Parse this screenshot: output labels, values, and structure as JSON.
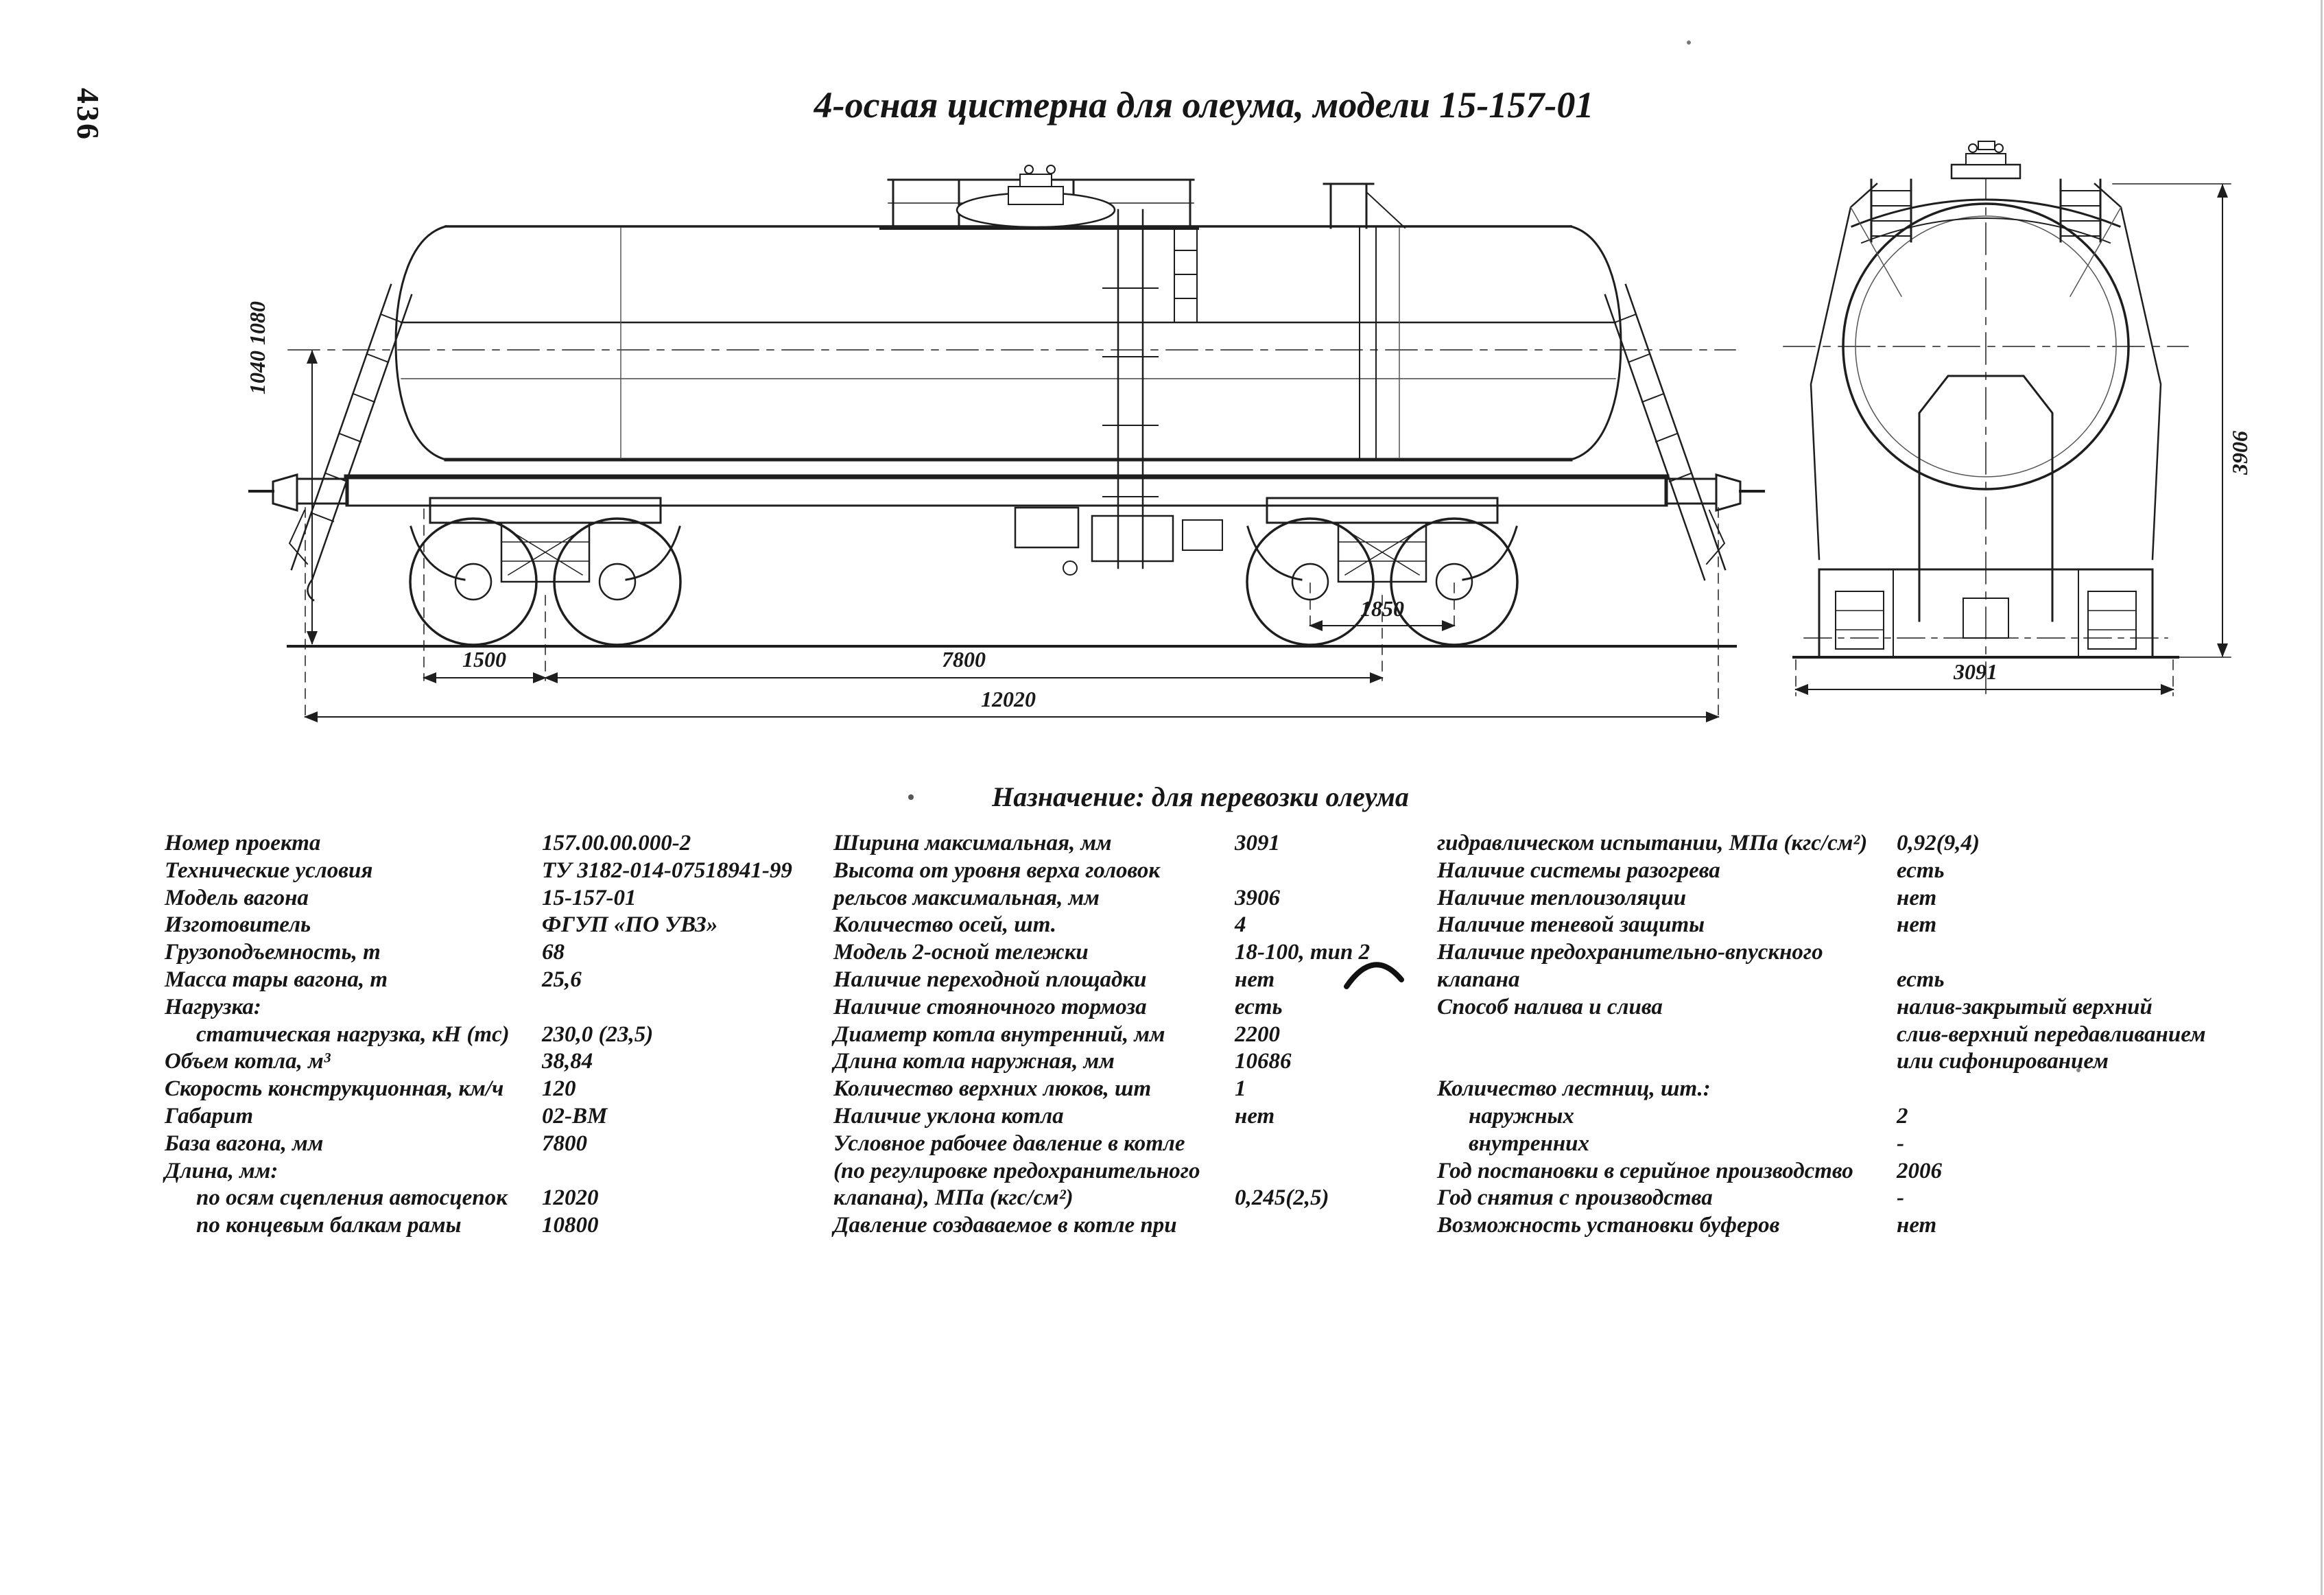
{
  "page": {
    "number": "436"
  },
  "header": {
    "title": "4-осная цистерна для олеума, модели 15-157-01"
  },
  "purpose": "Назначение: для перевозки олеума",
  "drawing": {
    "side_view": {
      "height_labels": "1040  1080",
      "dim_bogie_right": "1850",
      "dim_left_overhang": "1500",
      "dim_base": "7800",
      "dim_length_over_couplers": "12020"
    },
    "end_view": {
      "dim_height": "3906",
      "dim_width": "3091"
    }
  },
  "specs": {
    "col1": [
      {
        "label": "Номер проекта",
        "value": "157.00.00.000-2"
      },
      {
        "label": "Технические условия",
        "value": "ТУ 3182-014-07518941-99"
      },
      {
        "label": "Модель вагона",
        "value": "15-157-01"
      },
      {
        "label": "Изготовитель",
        "value": "ФГУП «ПО УВЗ»"
      },
      {
        "label": "Грузоподъемность, т",
        "value": "68"
      },
      {
        "label": "Масса тары вагона, т",
        "value": "25,6"
      },
      {
        "label": "Нагрузка:",
        "value": ""
      },
      {
        "label": "статическая нагрузка, кН (тс)",
        "value": "230,0 (23,5)",
        "indent": true
      },
      {
        "label": "Объем котла, м³",
        "value": "38,84"
      },
      {
        "label": "Скорость конструкционная, км/ч",
        "value": "120"
      },
      {
        "label": "Габарит",
        "value": "02-ВМ"
      },
      {
        "label": "База вагона, мм",
        "value": "7800"
      },
      {
        "label": "Длина, мм:",
        "value": ""
      },
      {
        "label": "по осям сцепления автосцепок",
        "value": "12020",
        "indent": true
      },
      {
        "label": "по концевым балкам рамы",
        "value": "10800",
        "indent": true
      }
    ],
    "col2": [
      {
        "label": "Ширина максимальная, мм",
        "value": "3091"
      },
      {
        "label": "Высота от уровня верха головок",
        "value": ""
      },
      {
        "label": "рельсов максимальная, мм",
        "value": "3906"
      },
      {
        "label": "Количество осей, шт.",
        "value": "4"
      },
      {
        "label": "Модель 2-осной тележки",
        "value": "18-100, тип 2"
      },
      {
        "label": "Наличие переходной площадки",
        "value": "нет"
      },
      {
        "label": "Наличие стояночного тормоза",
        "value": "есть"
      },
      {
        "label": "Диаметр котла внутренний, мм",
        "value": "2200"
      },
      {
        "label": "Длина котла наружная, мм",
        "value": "10686"
      },
      {
        "label": "Количество верхних люков, шт",
        "value": "1"
      },
      {
        "label": "Наличие уклона котла",
        "value": "нет"
      },
      {
        "label": "Условное рабочее давление в котле",
        "value": ""
      },
      {
        "label": "(по регулировке предохранительного",
        "value": ""
      },
      {
        "label": "клапана), МПа (кгс/см²)",
        "value": "0,245(2,5)"
      },
      {
        "label": "Давление создаваемое в котле при",
        "value": ""
      }
    ],
    "col3": [
      {
        "label": "гидравлическом испытании, МПа (кгс/см²)",
        "value": "0,92(9,4)"
      },
      {
        "label": "Наличие системы разогрева",
        "value": "есть"
      },
      {
        "label": "Наличие теплоизоляции",
        "value": "нет"
      },
      {
        "label": "Наличие теневой защиты",
        "value": "нет"
      },
      {
        "label": "Наличие предохранительно-впускного",
        "value": ""
      },
      {
        "label": "клапана",
        "value": "есть"
      },
      {
        "label": "Способ налива и слива",
        "value": "налив-закрытый верхний"
      },
      {
        "label": "",
        "value": "слив-верхний передавливанием"
      },
      {
        "label": "",
        "value": "или сифонированием"
      },
      {
        "label": "Количество лестниц, шт.:",
        "value": ""
      },
      {
        "label": "наружных",
        "value": "2",
        "indent": true
      },
      {
        "label": "внутренних",
        "value": "-",
        "indent": true
      },
      {
        "label": "Год постановки в серийное производство",
        "value": "2006"
      },
      {
        "label": "Год снятия с производства",
        "value": "-"
      },
      {
        "label": "Возможность установки буферов",
        "value": "нет"
      }
    ]
  }
}
